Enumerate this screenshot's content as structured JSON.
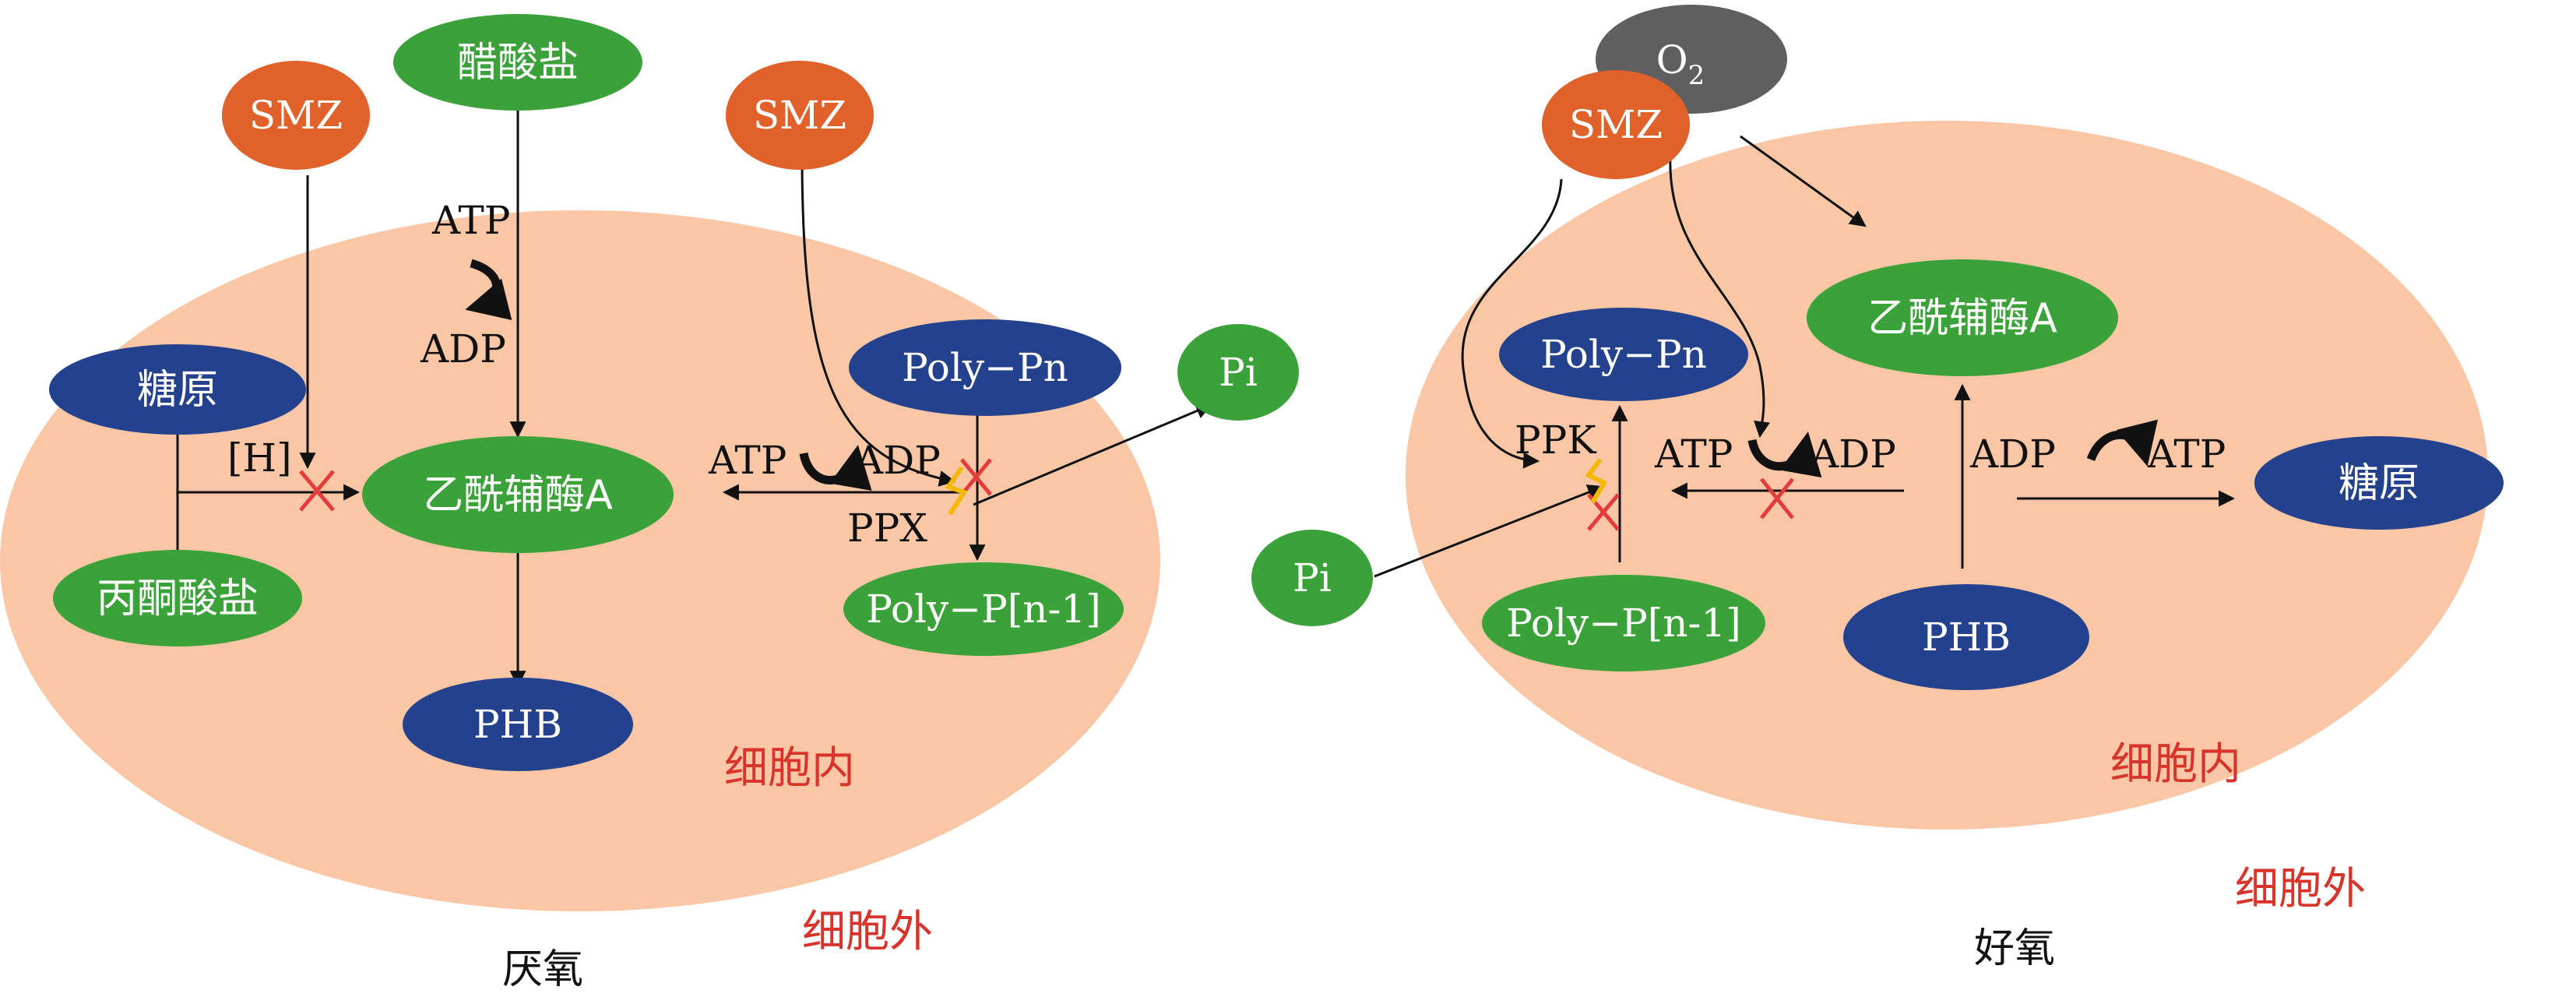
{
  "colors": {
    "cell": "#f9c6a6",
    "green": "#3ba23a",
    "blue": "#24418d",
    "orange": "#e0612a",
    "gray": "#5f5f5f",
    "inhibit": "#e43b3b",
    "zigzag": "#f5b800",
    "region_text": "#d9342b"
  },
  "anaerobic": {
    "caption": "厌氧",
    "smz_left": "SMZ",
    "acetate": "醋酸盐",
    "smz_right": "SMZ",
    "atp_top": "ATP",
    "adp_top": "ADP",
    "glycogen": "糖原",
    "h": "[H]",
    "acetyl_coa": "乙酰辅酶A",
    "pyruvate": "丙酮酸盐",
    "phb": "PHB",
    "poly_pn": "Poly−Pn",
    "poly_pn1": "Poly−P[n-1]",
    "atp_mid": "ATP",
    "adp_mid": "ADP",
    "ppx": "PPX",
    "pi": "Pi",
    "inside": "细胞内",
    "outside": "细胞外"
  },
  "aerobic": {
    "caption": "好氧",
    "o2": "O",
    "o2_sub": "2",
    "smz": "SMZ",
    "acetyl_coa": "乙酰辅酶A",
    "poly_pn": "Poly−Pn",
    "ppk": "PPK",
    "atp_mid": "ATP",
    "adp_mid": "ADP",
    "adp_right": "ADP",
    "atp_right": "ATP",
    "glycogen": "糖原",
    "pi": "Pi",
    "poly_pn1": "Poly−P[n-1]",
    "phb": "PHB",
    "inside": "细胞内",
    "outside": "细胞外"
  }
}
